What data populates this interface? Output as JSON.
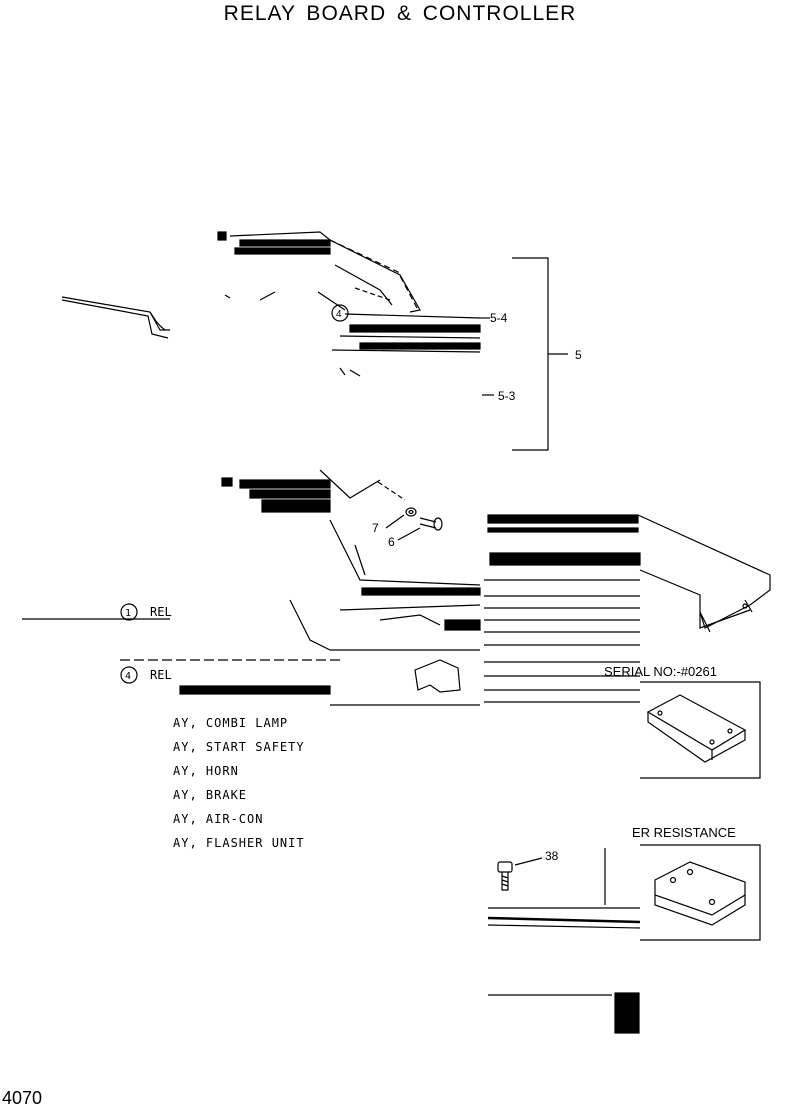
{
  "page": {
    "title": "RELAY BOARD & CONTROLLER",
    "page_number": "4070"
  },
  "callouts": {
    "c5_4": "5-4",
    "c5": "5",
    "c5_3": "5-3",
    "c7": "7",
    "c6": "6",
    "c38": "38",
    "circle4_top": "4"
  },
  "legend": {
    "item1_num": "1",
    "item1_text": "REL",
    "item4_num": "4",
    "item4_text": "REL",
    "lines": [
      "AY, COMBI LAMP",
      "AY, START SAFETY",
      "AY, HORN",
      "AY, BRAKE",
      "AY, AIR-CON",
      "AY, FLASHER UNIT"
    ]
  },
  "insets": {
    "serial_label": "SERIAL NO:-#0261",
    "resistance_label": "ER RESISTANCE"
  }
}
